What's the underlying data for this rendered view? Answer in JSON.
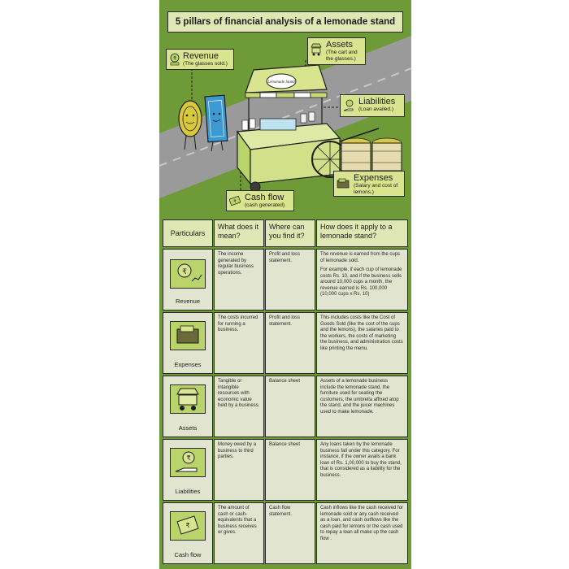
{
  "title": "5 pillars of financial analysis of a lemonade stand",
  "cart_sign": "Lemonade Stand",
  "callouts": {
    "revenue": {
      "title": "Revenue",
      "sub": "(The glasses sold.)"
    },
    "assets": {
      "title": "Assets",
      "sub": "(The cart and the glasses.)"
    },
    "liabilities": {
      "title": "Liabilities",
      "sub": "(Loan availed.)"
    },
    "expenses": {
      "title": "Expenses",
      "sub": "(Salary and cost of lemons.)"
    },
    "cashflow": {
      "title": "Cash flow",
      "sub": "(cash generated)"
    }
  },
  "table": {
    "headers": [
      "Particulars",
      "What does it mean?",
      "Where can you find it?",
      "How does it apply to a lemonade stand?"
    ],
    "rows": [
      {
        "particular": "Revenue",
        "meaning": "The income generated by regular business operations.",
        "where": "Profit and loss statement.",
        "apply": [
          "The revenue is earned from the cups of lemonade sold.",
          "For example, if each cup of lemonade costs Rs. 10, and if the business sells around 10,000 cups a month, the revenue earned is Rs. 100,000 (10,000 cups x Rs. 10)"
        ]
      },
      {
        "particular": "Expenses",
        "meaning": "The costs incurred for running a business.",
        "where": "Profit and loss statement.",
        "apply": [
          "This includes costs like the Cost of Goods Sold (like the cost of the cups and the lemons), the salaries paid to the workers, the costs of marketing the business, and administration costs like printing the menu."
        ]
      },
      {
        "particular": "Assets",
        "meaning": "Tangible or intangible resources with economic value held by a business.",
        "where": "Balance sheet",
        "apply": [
          "Assets of a lemonade business include the lemonade stand, the furniture used for seating the customers, the umbrella affixed atop the stand, and the juicer machines used to make lemonade."
        ]
      },
      {
        "particular": "Liabilities",
        "meaning": "Money owed by a business to third parties.",
        "where": "Balance sheet",
        "apply": [
          "Any loans taken by the lemonade business fall under this category. For instance, if the owner avails a bank loan of Rs. 1,00,000 to buy the stand, that is considered as a liability for the business."
        ]
      },
      {
        "particular": "Cash flow",
        "meaning": "The amount of cash or cash-equivalents that a business receives or gives.",
        "where": "Cash flow statement.",
        "apply": [
          "Cash inflows like the cash received for lemonade sold or any cash received as a loan, and cash outflows like the cash paid for lemons or the cash used to repay a loan all make up the cash flow ."
        ]
      }
    ]
  },
  "colors": {
    "background": "#6f9a38",
    "panel": "#dfe7b4",
    "callout": "#d8e48e",
    "cell": "#e1e5cf",
    "icon_tile": "#b9d46a",
    "road": "#9a9a9a"
  }
}
